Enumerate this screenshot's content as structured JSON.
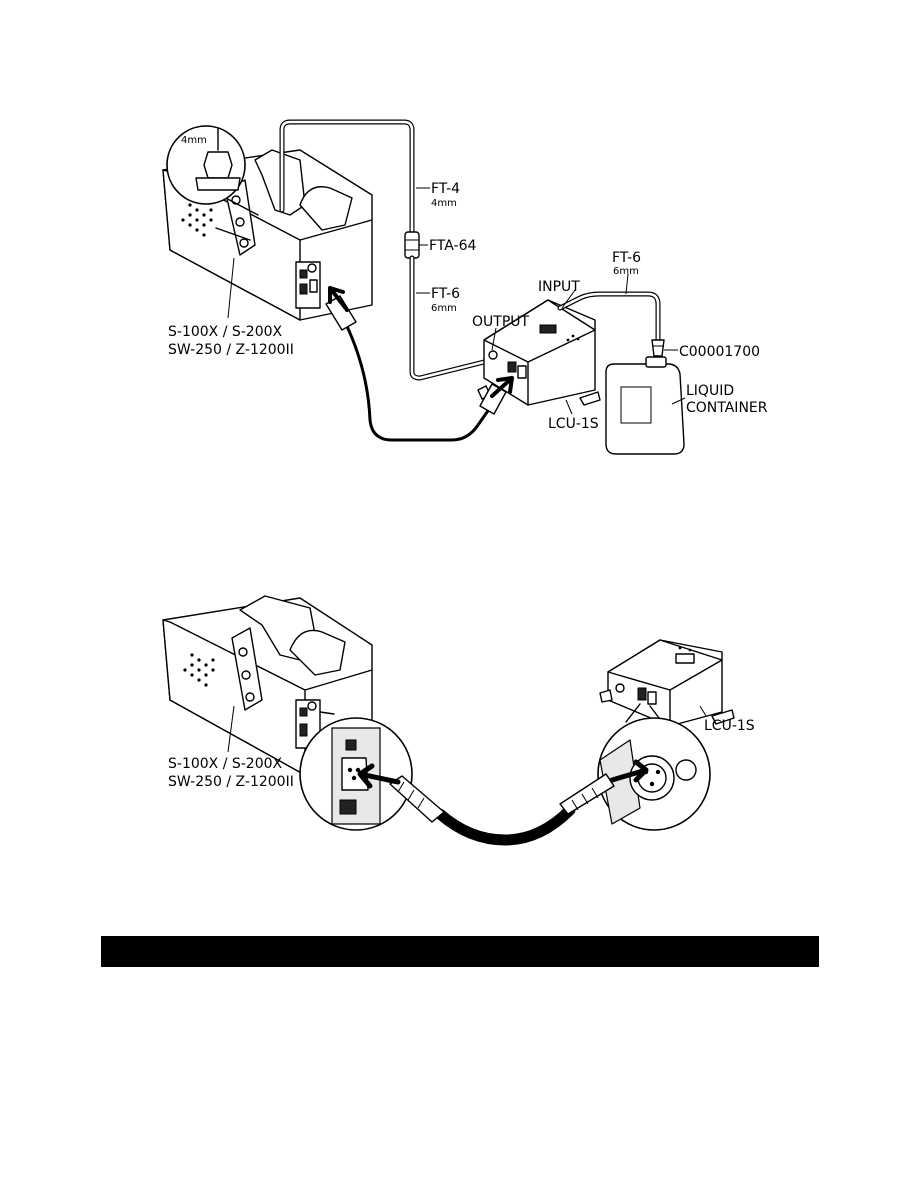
{
  "figure1": {
    "labels": {
      "detail_size": "4mm",
      "tube_ft4": "FT-4",
      "tube_ft4_size": "4mm",
      "adapter": "FTA-64",
      "tube_ft6_left": "FT-6",
      "tube_ft6_left_size": "6mm",
      "tube_ft6_right": "FT-6",
      "tube_ft6_right_size": "6mm",
      "input": "INPUT",
      "output": "OUTPUT",
      "cap_part": "C00001700",
      "container_line1": "LIQUID",
      "container_line2": "CONTAINER",
      "unit": "LCU-1S",
      "machine_line1": "S-100X / S-200X",
      "machine_line2": "SW-250 / Z-1200II"
    }
  },
  "figure2": {
    "labels": {
      "machine_line1": "S-100X / S-200X",
      "machine_line2": "SW-250 / Z-1200II",
      "unit": "LCU-1S"
    }
  },
  "section_bar": {
    "text": ""
  },
  "colors": {
    "ink": "#000000",
    "paper": "#ffffff",
    "bar": "#000000"
  }
}
